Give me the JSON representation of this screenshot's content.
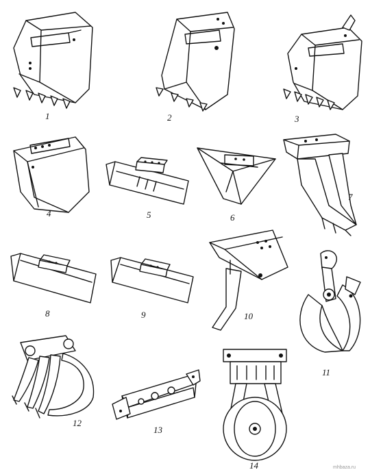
{
  "figure": {
    "items": [
      {
        "label": "1",
        "icon": "bucket-with-teeth-icon"
      },
      {
        "label": "2",
        "icon": "narrow-bucket-icon"
      },
      {
        "label": "3",
        "icon": "ripper-bucket-icon"
      },
      {
        "label": "4",
        "icon": "smooth-bucket-icon"
      },
      {
        "label": "5",
        "icon": "planing-bucket-icon"
      },
      {
        "label": "6",
        "icon": "trapezoid-bucket-icon"
      },
      {
        "label": "7",
        "icon": "ripper-tooth-icon"
      },
      {
        "label": "8",
        "icon": "blade-icon"
      },
      {
        "label": "9",
        "icon": "blade-icon"
      },
      {
        "label": "10",
        "icon": "single-shank-ripper-icon"
      },
      {
        "label": "11",
        "icon": "clamshell-grab-icon"
      },
      {
        "label": "12",
        "icon": "grapple-icon"
      },
      {
        "label": "13",
        "icon": "boom-extension-icon"
      },
      {
        "label": "14",
        "icon": "compaction-wheel-icon"
      }
    ],
    "watermark": "mhbaza.ru"
  }
}
